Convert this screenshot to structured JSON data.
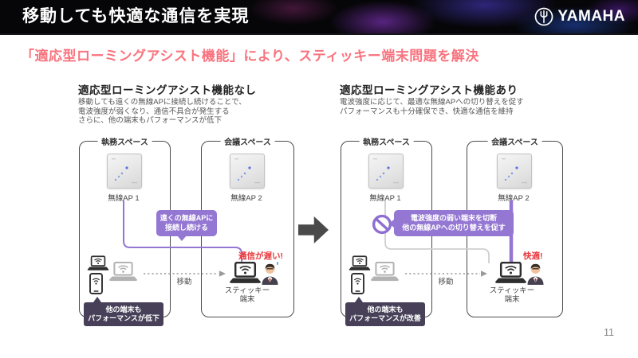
{
  "header": {
    "title": "移動しても快適な通信を実現",
    "brand": "YAMAHA"
  },
  "subtitle": "「適応型ローミングアシスト機能」により、スティッキー端末問題を解決",
  "page_number": "11",
  "colors": {
    "accent_pink": "#f8737e",
    "purple": "#9477d2",
    "dark_badge": "#474058",
    "alert_red": "#e8383d",
    "zone_border": "#4b4b4b",
    "ghost_gray": "#b3b3b3"
  },
  "icons": {
    "yamaha_mark": "tuning-fork-in-circle",
    "prohibition": "circle-with-slash",
    "mid_arrow": "right-arrow",
    "devices": [
      "laptop-wifi",
      "phone-wifi",
      "person"
    ]
  },
  "diagrams": {
    "left": {
      "heading": "適応型ローミングアシスト機能なし",
      "desc_lines": [
        "移動しても遠くの無線APに接続し続けることで、",
        "電波強度が弱くなり、通信不具合が発生する",
        "さらに、他の端末もパフォーマンスが低下"
      ],
      "zone1_label": "執務スペース",
      "zone2_label": "会議スペース",
      "ap1_label": "無線AP 1",
      "ap2_label": "無線AP 2",
      "callout_lines": [
        "遠くの無線APに",
        "接続し続ける"
      ],
      "move_label": "移動",
      "status_text": "通信が遅い!",
      "sticky_lines": [
        "スティッキー",
        "端末"
      ],
      "badge_lines": [
        "他の端末も",
        "パフォーマンスが低下"
      ]
    },
    "right": {
      "heading": "適応型ローミングアシスト機能あり",
      "desc_lines": [
        "電波強度に応じて、最適な無線APへの切り替えを促す",
        "パフォーマンスも十分確保でき、快適な通信を維持"
      ],
      "zone1_label": "執務スペース",
      "zone2_label": "会議スペース",
      "ap1_label": "無線AP 1",
      "ap2_label": "無線AP 2",
      "callout_lines": [
        "電波強度の弱い端末を切断",
        "他の無線APへの切り替えを促す"
      ],
      "move_label": "移動",
      "status_text": "快適!",
      "sticky_lines": [
        "スティッキー",
        "端末"
      ],
      "badge_lines": [
        "他の端末も",
        "パフォーマンスが改善"
      ]
    }
  }
}
